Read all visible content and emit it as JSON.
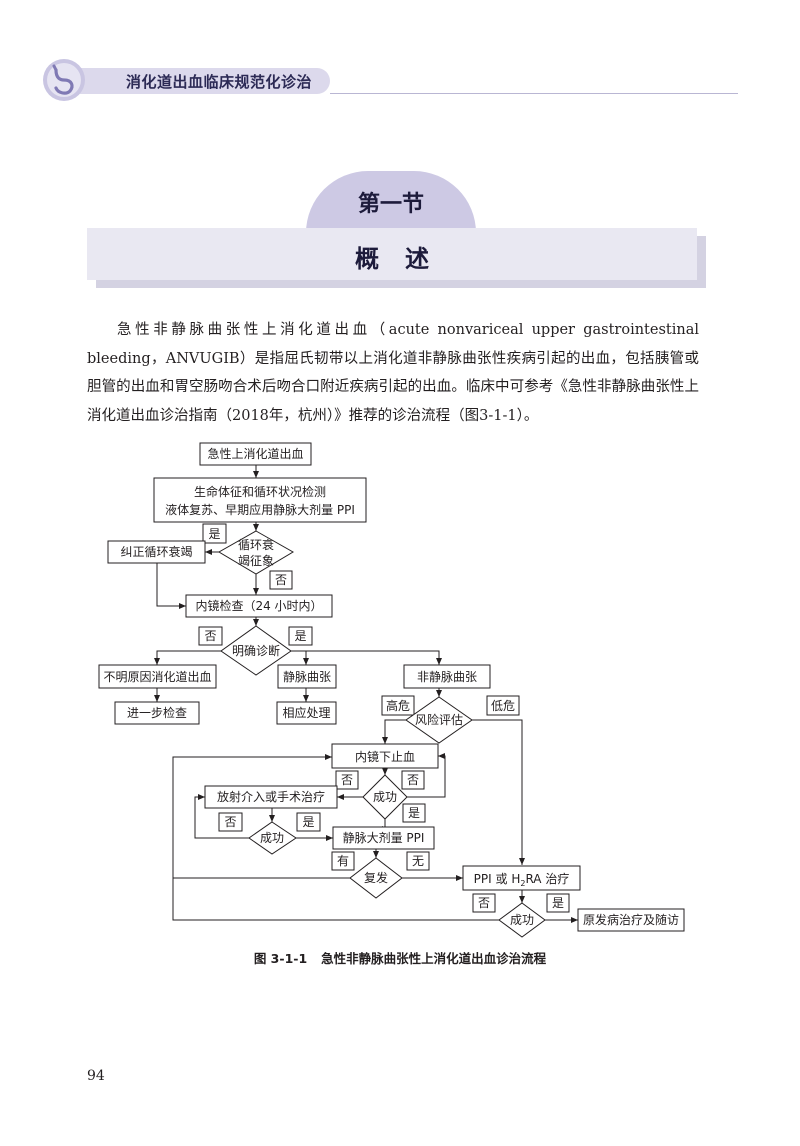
{
  "header": {
    "title": "消化道出血临床规范化诊治"
  },
  "section": {
    "number": "第一节",
    "title": "概述"
  },
  "paragraph": "急性非静脉曲张性上消化道出血（acute nonvariceal upper gastrointestinal bleeding，ANVUGIB）是指屈氏韧带以上消化道非静脉曲张性疾病引起的出血，包括胰管或胆管的出血和胃空肠吻合术后吻合口附近疾病引起的出血。临床中可参考《急性非静脉曲张性上消化道出血诊治指南（2018年，杭州）》推荐的诊治流程（图3-1-1）。",
  "flowchart": {
    "start": "急性上消化道出血",
    "monitor_line1": "生命体征和循环状况检测",
    "monitor_line2": "液体复苏、早期应用静脉大剂量 PPI",
    "yes": "是",
    "no": "否",
    "correct": "纠正循环衰竭",
    "circ_q_line1": "循环衰",
    "circ_q_line2": "竭征象",
    "endoscopy": "内镜检查（24 小时内）",
    "diag_q": "明确诊断",
    "unknown": "不明原因消化道出血",
    "variceal": "静脉曲张",
    "nonvariceal": "非静脉曲张",
    "further": "进一步检查",
    "handle": "相应处理",
    "high_risk": "高危",
    "low_risk": "低危",
    "risk_q": "风险评估",
    "endo_hemostasis": "内镜下止血",
    "success": "成功",
    "radio_surgery": "放射介入或手术治疗",
    "ppi_iv": "静脉大剂量 PPI",
    "has": "有",
    "none": "无",
    "relapse": "复发",
    "ppi_h2ra_pre": "PPI 或 H",
    "ppi_h2ra_sub": "2",
    "ppi_h2ra_post": "RA 治疗",
    "primary": "原发病治疗及随访"
  },
  "caption": {
    "number": "图 3-1-1",
    "text": "急性非静脉曲张性上消化道出血诊治流程"
  },
  "page_number": "94"
}
